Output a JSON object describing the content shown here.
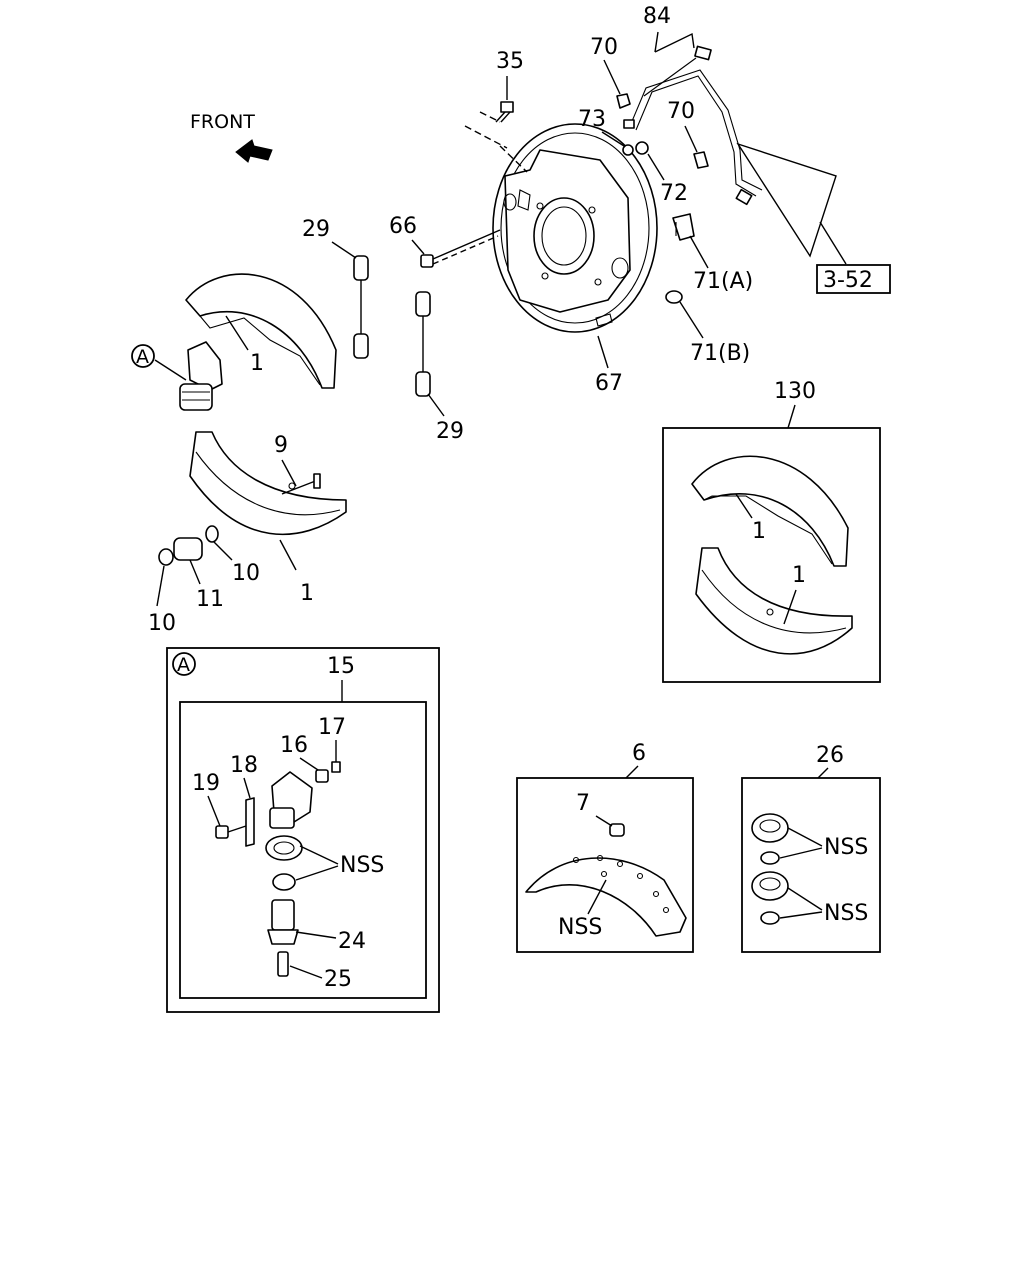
{
  "front_label": "FRONT",
  "ref_box_label": "3-52",
  "callout_a": "A",
  "nss": "NSS",
  "labels": {
    "p84": "84",
    "p70a": "70",
    "p35": "35",
    "p73": "73",
    "p70b": "70",
    "p72": "72",
    "p66": "66",
    "p29a": "29",
    "p29b": "29",
    "p71a": "71(A)",
    "p71b": "71(B)",
    "p67": "67",
    "p1a": "1",
    "p9": "9",
    "p1b": "1",
    "p10a": "10",
    "p11": "11",
    "p10b": "10",
    "p130": "130",
    "p1c": "1",
    "p1d": "1",
    "p15": "15",
    "p17": "17",
    "p16": "16",
    "p18": "18",
    "p19": "19",
    "p24": "24",
    "p25": "25",
    "p6": "6",
    "p7": "7",
    "p26": "26"
  }
}
